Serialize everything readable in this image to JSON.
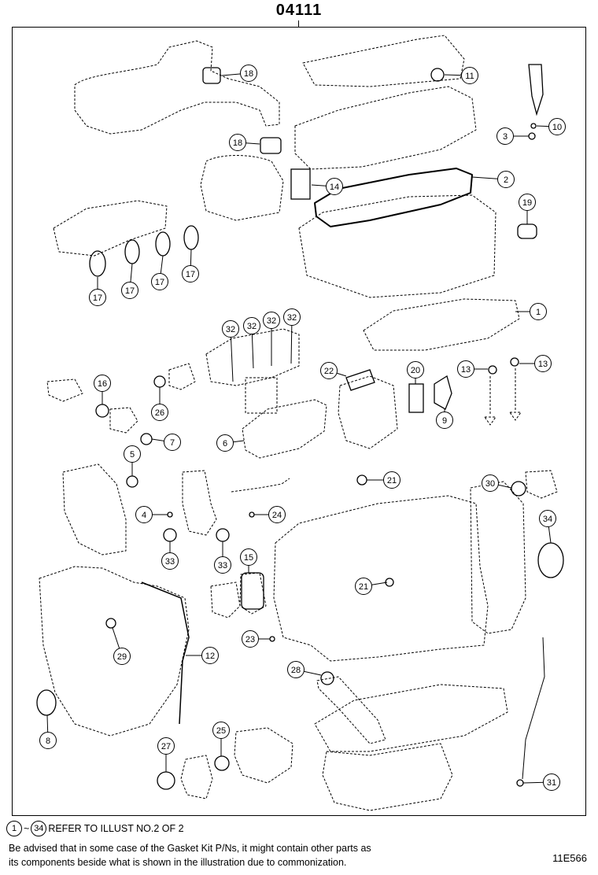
{
  "diagram": {
    "part_number": "04111",
    "figure_code": "11E566",
    "reference": {
      "from": "1",
      "tilde": "~",
      "to": "34",
      "text": "REFER TO ILLUST NO.2 OF 2"
    },
    "notes": [
      "Be advised that in some case of the Gasket Kit P/Ns,  it might contain other parts as",
      "its components beside what is shown in the illustration due to commonization."
    ],
    "callout_numbers": [
      "1",
      "2",
      "3",
      "4",
      "5",
      "6",
      "7",
      "8",
      "9",
      "10",
      "11",
      "12",
      "13",
      "14",
      "15",
      "16",
      "17",
      "18",
      "19",
      "20",
      "21",
      "22",
      "23",
      "24",
      "25",
      "26",
      "27",
      "28",
      "29",
      "30",
      "31",
      "32",
      "33",
      "34"
    ]
  }
}
